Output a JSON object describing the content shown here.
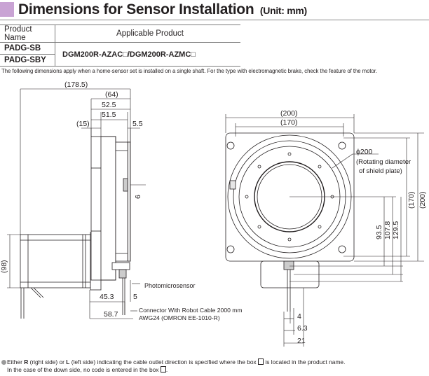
{
  "header": {
    "title": "Dimensions for Sensor Installation",
    "unit": "(Unit: mm)",
    "accent_color": "#c9a3d4"
  },
  "product_table": {
    "col_product_name": "Product Name",
    "col_applicable": "Applicable Product",
    "rows": [
      {
        "name": "PADG-SB",
        "applicable": "DGM200R-AZAC□/DGM200R-AZMC□"
      },
      {
        "name": "PADG-SBY",
        "applicable": ""
      }
    ]
  },
  "intro_note": "The following dimensions apply when a home-sensor set is installed on a single shaft. For the type with electromagnetic brake, check the feature of the motor.",
  "side_view": {
    "dims": {
      "overall": "(178.5)",
      "d64": "(64)",
      "d52_5": "52.5",
      "d51_5": "51.5",
      "d15": "(15)",
      "d5_5": "5.5",
      "d6": "6",
      "d98": "(98)",
      "d45_3": "45.3",
      "d5": "5",
      "d58_7": "58.7"
    },
    "callouts": {
      "photomicrosensor": "Photomicrosensor",
      "connector_line1": "Connector With Robot Cable 2000 mm",
      "connector_line2": "AWG24 (OMRON EE-1010-R)"
    }
  },
  "front_view": {
    "dims": {
      "d200": "(200)",
      "d170": "(170)",
      "phi200": "ϕ200",
      "rot_line1": "(Rotating diameter",
      "rot_line2": "of shield plate)",
      "v170": "(170)",
      "v200": "(200)",
      "d93_5": "93.5",
      "d107_8": "107.8",
      "d129_5": "129.5",
      "d4": "4",
      "d6_3": "6.3",
      "d21": "21"
    }
  },
  "footnote": {
    "line1_a": "Either ",
    "r": "R",
    "line1_b": " (right side) or ",
    "l": "L",
    "line1_c": " (left side) indicating the cable outlet direction is specified where the box ",
    "line1_d": " is located in the product name.",
    "line2_a": "In the case of the down side, no code is entered in the box ",
    "line2_b": "."
  }
}
